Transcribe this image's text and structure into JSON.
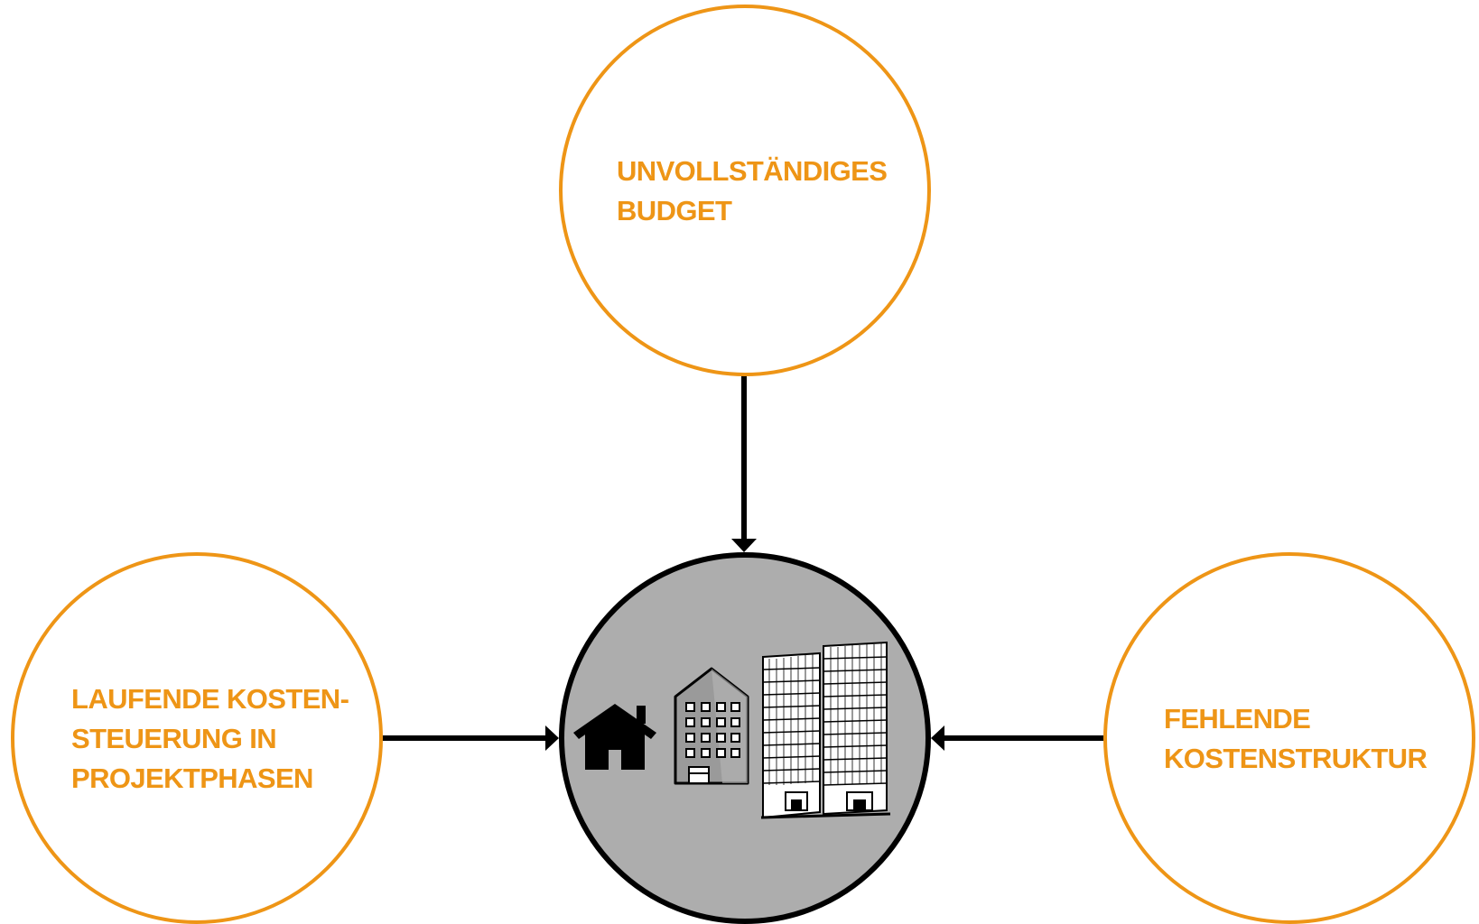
{
  "diagram": {
    "top": {
      "line1": "UNVOLLSTÄNDIGES",
      "line2": "BUDGET"
    },
    "left": {
      "line1": "LAUFENDE KOSTEN-",
      "line2": "STEUERUNG IN",
      "line3": "PROJEKTPHASEN"
    },
    "right": {
      "line1": "FEHLENDE",
      "line2": "KOSTENSTRUKTUR"
    },
    "center_icons": [
      "house-icon",
      "office-building-icon",
      "skyscrapers-icon"
    ]
  },
  "colors": {
    "accent": "#EE9516",
    "center_fill": "#ADADAD",
    "connector": "#000000"
  }
}
